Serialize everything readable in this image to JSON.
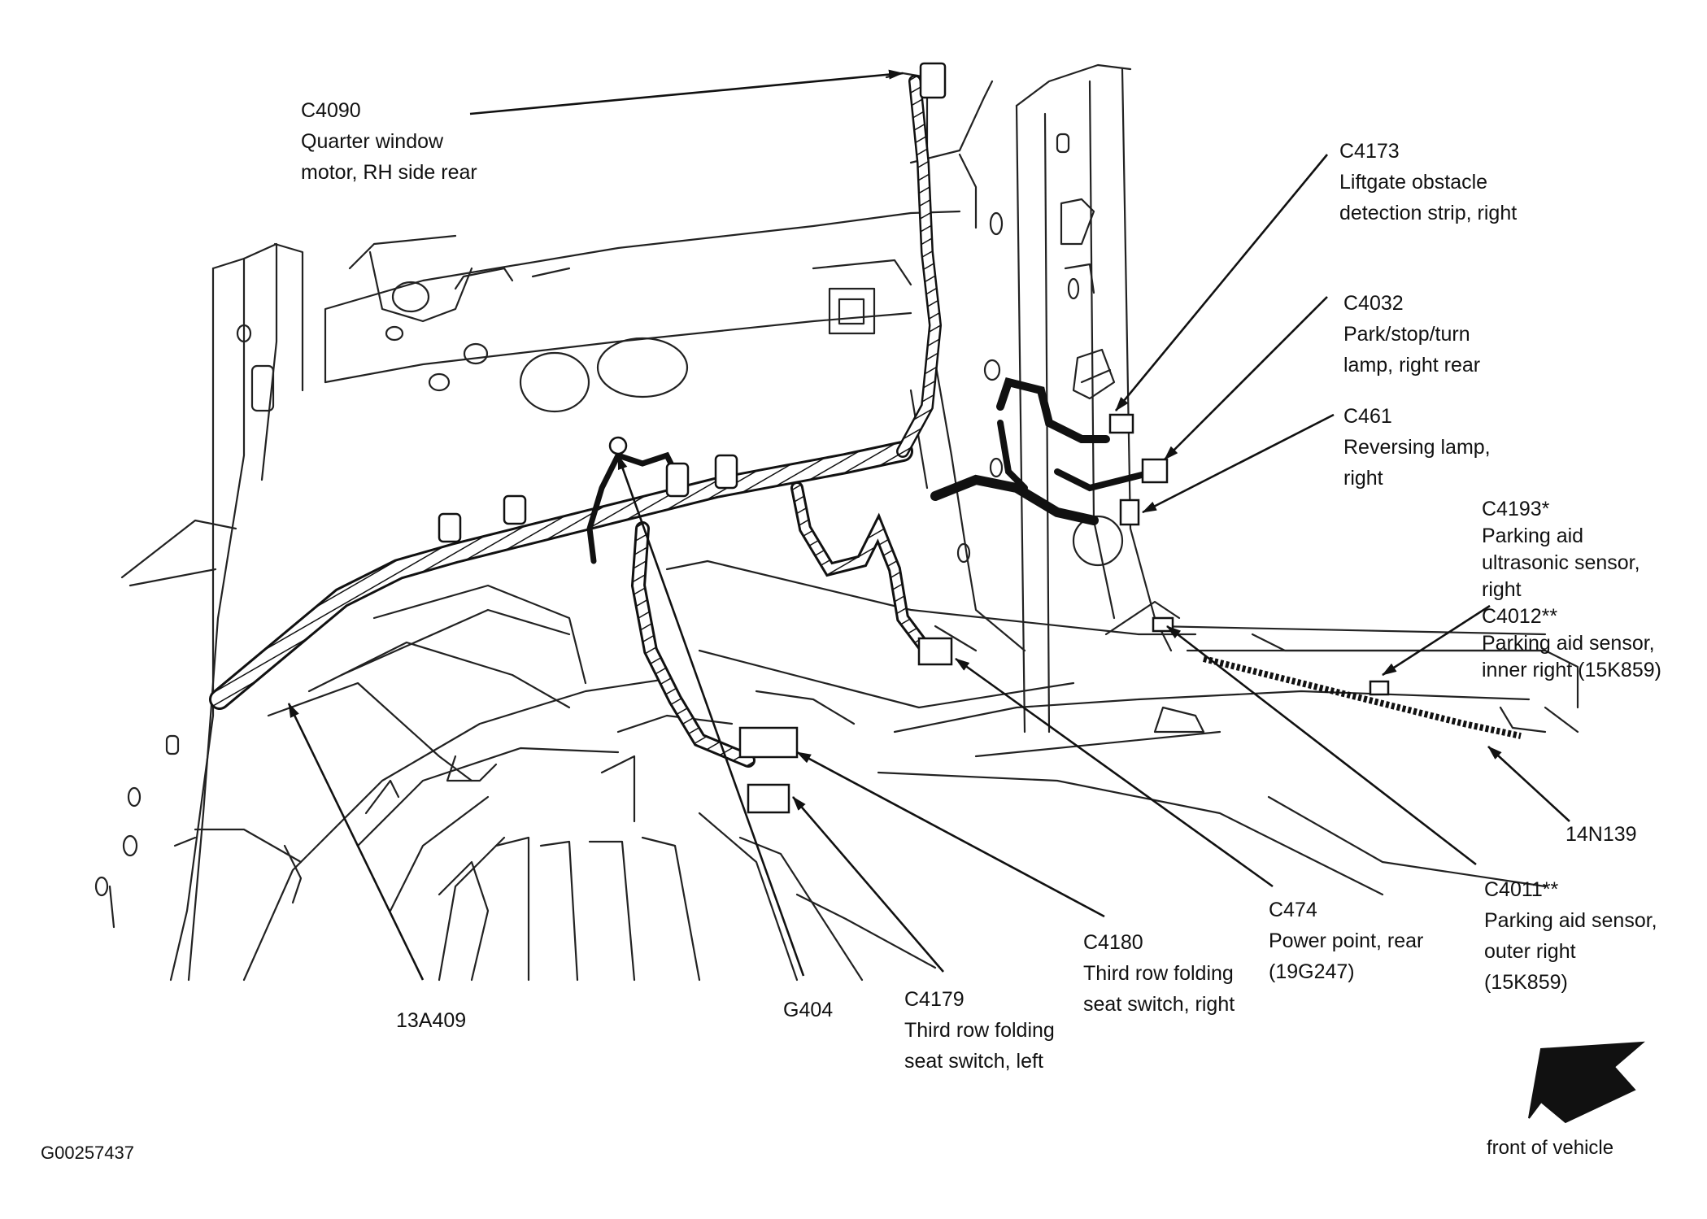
{
  "figure_id": "G00257437",
  "front_of_vehicle": "front of vehicle",
  "callouts": [
    {
      "key": "c4090",
      "lines": [
        "C4090",
        "Quarter window",
        "motor, RH side rear"
      ]
    },
    {
      "key": "c4173",
      "lines": [
        "C4173",
        "Liftgate obstacle",
        "detection strip, right"
      ]
    },
    {
      "key": "c4032",
      "lines": [
        "C4032",
        "Park/stop/turn",
        "lamp, right rear"
      ]
    },
    {
      "key": "c461",
      "lines": [
        "C461",
        "Reversing lamp,",
        "right"
      ]
    },
    {
      "key": "c4193",
      "lines": [
        "C4193*",
        "Parking aid",
        "ultrasonic sensor,",
        "right",
        "C4012**",
        "Parking aid sensor,",
        "inner right (15K859)"
      ]
    },
    {
      "key": "14n139",
      "lines": [
        "14N139"
      ]
    },
    {
      "key": "c4011",
      "lines": [
        "C4011**",
        "Parking aid sensor,",
        "outer right",
        "(15K859)"
      ]
    },
    {
      "key": "c474",
      "lines": [
        "C474",
        "Power point, rear",
        "(19G247)"
      ]
    },
    {
      "key": "c4180",
      "lines": [
        "C4180",
        "Third row folding",
        "seat switch, right"
      ]
    },
    {
      "key": "c4179",
      "lines": [
        "C4179",
        "Third row folding",
        "seat switch, left"
      ]
    },
    {
      "key": "g404",
      "lines": [
        "G404"
      ]
    },
    {
      "key": "13a409",
      "lines": [
        "13A409"
      ]
    }
  ]
}
